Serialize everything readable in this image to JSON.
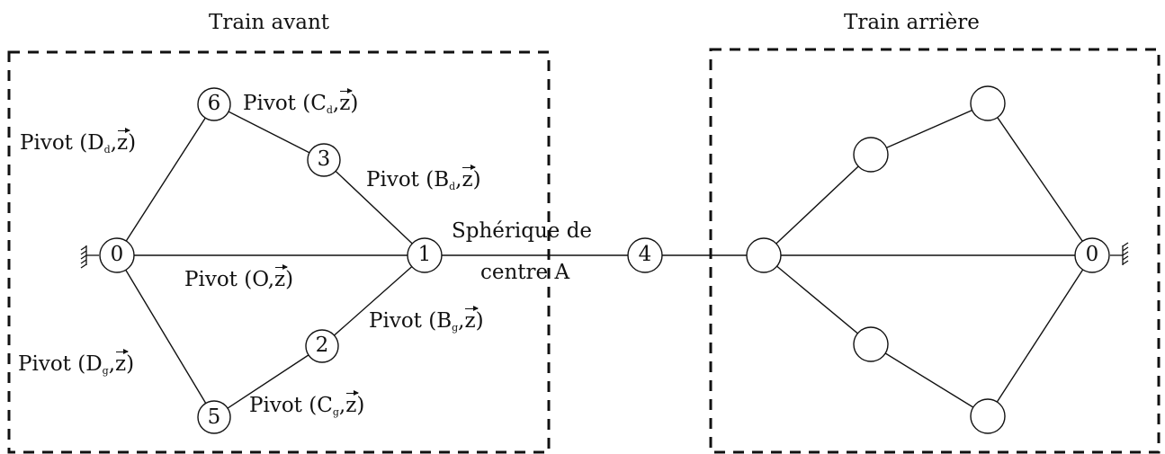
{
  "groups": {
    "front_title": "Train avant",
    "rear_title": "Train arrière"
  },
  "nodes": {
    "n0_front": "0",
    "n6": "6",
    "n3": "3",
    "n1": "1",
    "n2": "2",
    "n5": "5",
    "n4": "4",
    "n0_rear": "0"
  },
  "links": {
    "pivot_word": "Pivot",
    "z_axis": "z",
    "D_d": {
      "point": "D",
      "sub": "d"
    },
    "C_d": {
      "point": "C",
      "sub": "d"
    },
    "B_d": {
      "point": "B",
      "sub": "d"
    },
    "O": {
      "point": "O"
    },
    "B_g": {
      "point": "B",
      "sub": "g"
    },
    "D_g": {
      "point": "D",
      "sub": "g"
    },
    "C_g": {
      "point": "C",
      "sub": "g"
    },
    "spherical_line1": "Sphérique de",
    "spherical_line2": "centre A"
  }
}
